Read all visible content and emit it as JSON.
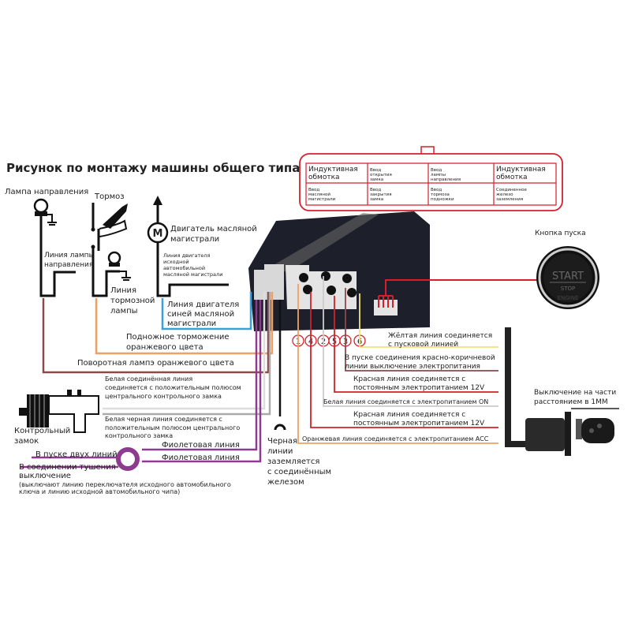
{
  "title": "Рисунок по монтажу машины общего типа",
  "turn_lamp": {
    "label": "Лампа направления",
    "line_1": "Линия лампы",
    "line_2": "направления"
  },
  "brake": {
    "label": "Тормоз",
    "line_1": "Линия",
    "line_2": "тормозной",
    "line_3": "лампы"
  },
  "motor": {
    "symbol": "M",
    "label_1": "Двигатель масляной",
    "label_2": "магистрали",
    "orig_1": "Линия двигателя",
    "orig_2": "исходной",
    "orig_3": "автомобильной",
    "orig_4": "масляной магистрали",
    "blue_1": "Линия двигателя",
    "blue_2": "синей масляной",
    "blue_3": "магистрали"
  },
  "connector_table": [
    [
      "Индуктивная обмотка",
      "Ввод открытия замка",
      "Ввод лампы направления",
      "Индуктивная обмотка"
    ],
    [
      "Ввод масляной магистрали",
      "Ввод закрытия замка",
      "Ввод тормоза подножки",
      "Соединенное железо заземления"
    ]
  ],
  "left_wires": {
    "foot_brake_1": "Подножное торможение",
    "foot_brake_2": "оранжевого цвета",
    "turn_lamp": "Поворотная лампэ оранжевого цвета",
    "white_1": "Белая соединённая линия",
    "white_2": "соединяется с положительным полюсом",
    "white_3": "центрального контрольного замка",
    "whiteblack_1": "Белая черная линия соединяется с",
    "whiteblack_2": "положительным полюсом центрального",
    "whiteblack_3": "контрольного замка",
    "violet_1": "Фиолетовая линия",
    "violet_2": "Фиолетовая линия",
    "start_two": "В пуске двух линий",
    "kill_1": "В соединении тушения",
    "kill_2": "выключение",
    "kill_note_1": "(выключают линию переключателя исходного автомобильного",
    "kill_note_2": "ключа и линию исходной автомобильного чипа)"
  },
  "control_lock": {
    "label_1": "Контрольный",
    "label_2": "замок"
  },
  "ground": {
    "l1": "Черная",
    "l2": "линии",
    "l3": "заземляется",
    "l4": "с соединённым",
    "l5": "железом"
  },
  "pins": [
    "1",
    "4",
    "2",
    "5",
    "3",
    "6"
  ],
  "right_wires": {
    "yellow_1": "Жёлтая линия соединяется",
    "yellow_2": "с пусковой линией",
    "redbrown_1": "В пуске соединения красно-коричневой",
    "redbrown_2": "линии выключение электропитания",
    "red1_1": "Красная линия соединяется с",
    "red1_2": "постоянным электропитанием 12V",
    "white_on": "Белая линия соединяется с электропитанием ON",
    "red2_1": "Красная линия соединяется с",
    "red2_2": "постоянным электропитанием 12V",
    "orange_acc": "Оранжевая линия соединяется с электропитанием ACC"
  },
  "start_button": {
    "label": "Кнопка пуска",
    "start": "START",
    "stop": "STOP",
    "engine": "ENGINE"
  },
  "ignition": {
    "label_1": "Выключение на части",
    "label_2": "расстоянием в 1ММ"
  },
  "colors": {
    "red": "#d4202a",
    "purple": "#8e3a8e",
    "orange": "#f0a060",
    "blue": "#3aa0e0",
    "brown": "#8a4a4a",
    "yellow": "#f3e27a"
  }
}
